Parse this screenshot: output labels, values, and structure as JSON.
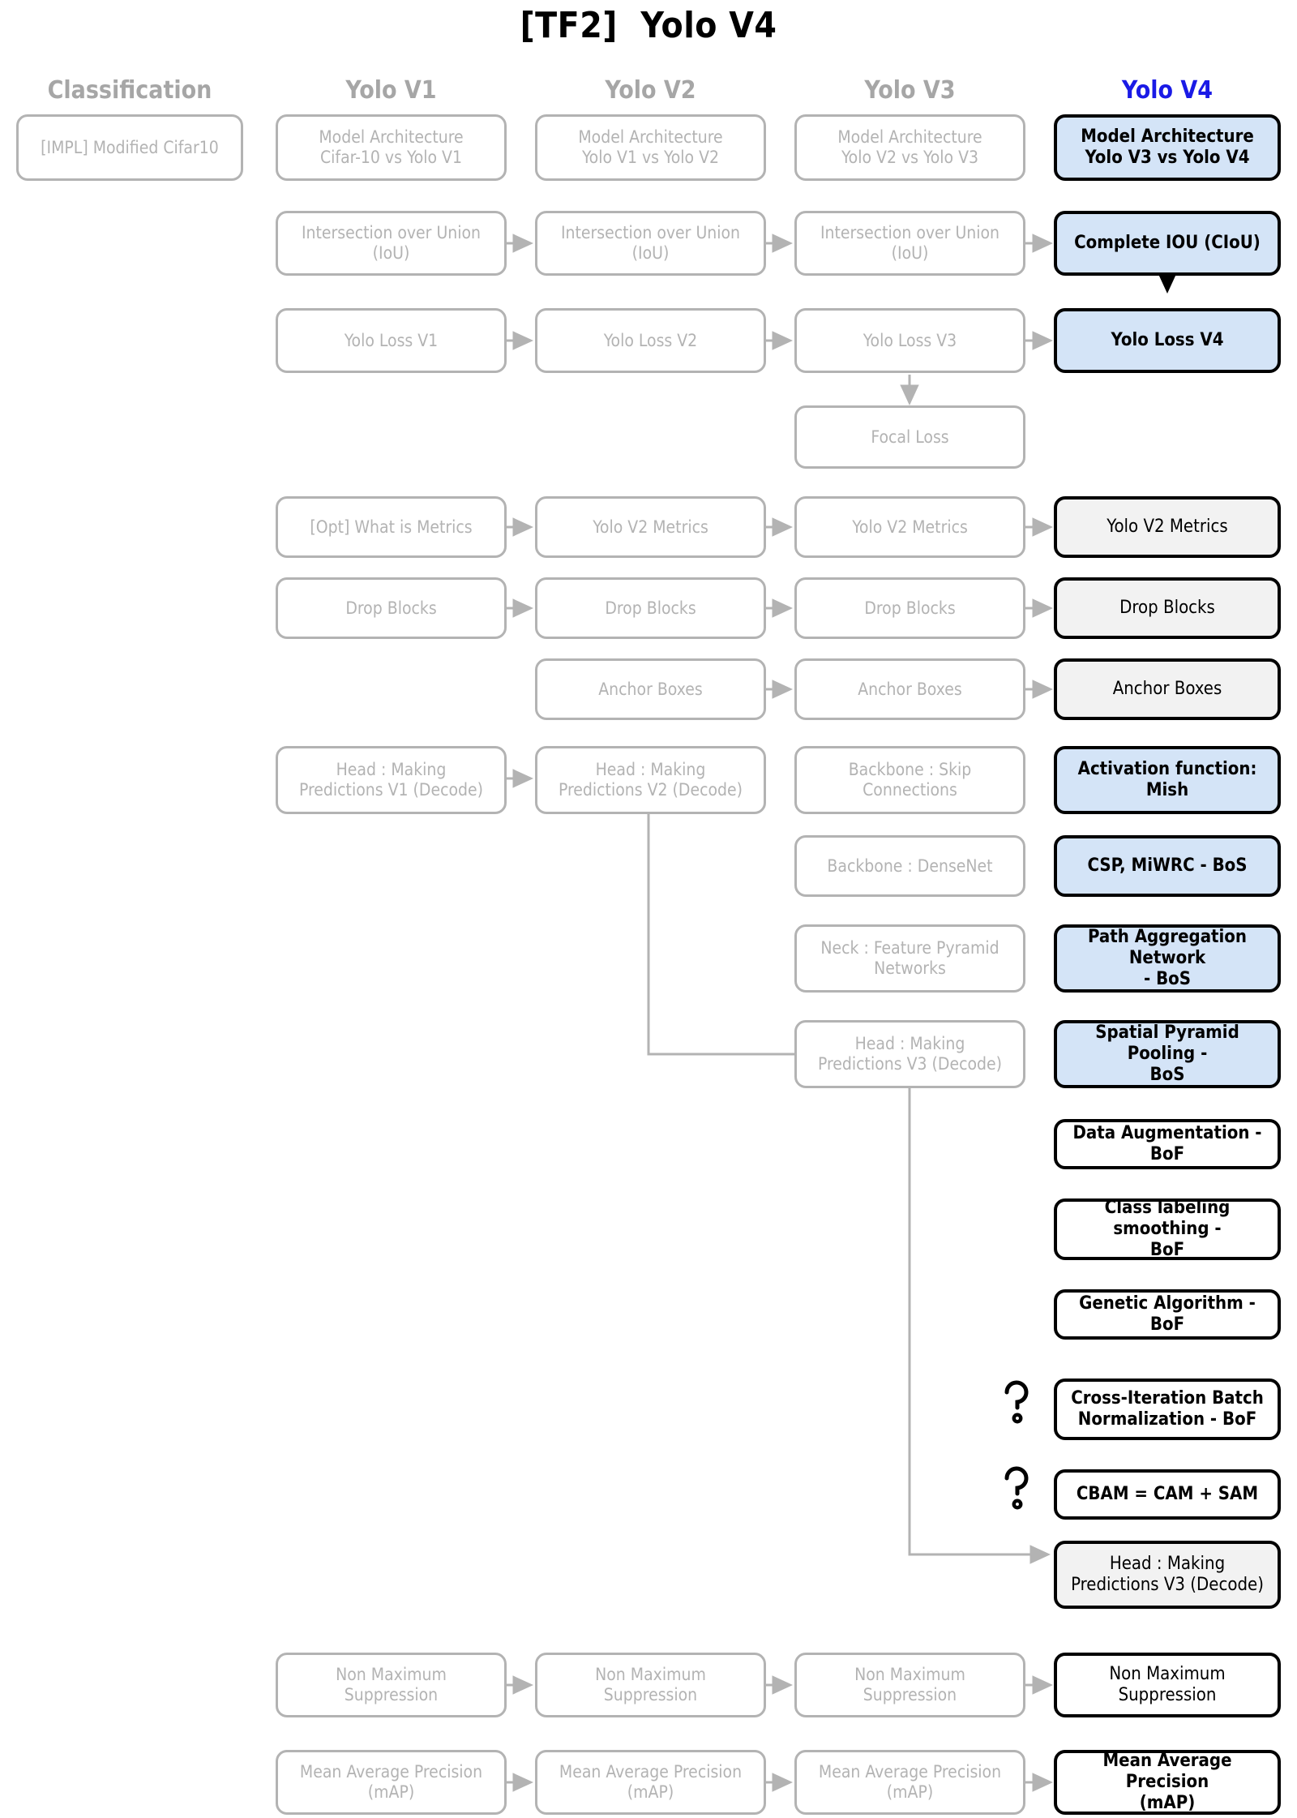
{
  "title": "[TF2]  Yolo V4",
  "colors": {
    "ghost_border": "#b3b3b3",
    "ghost_text": "#b3b3b3",
    "accent_blue_text": "#1a1ae6",
    "node_blue_fill": "#d4e4f7",
    "node_gray_fill": "#f2f2f2",
    "node_border_active": "#000000",
    "arrow_gray": "#b3b3b3",
    "arrow_black": "#000000"
  },
  "columns": [
    {
      "id": "classification",
      "label": "Classification",
      "active": false
    },
    {
      "id": "yolov1",
      "label": "Yolo V1",
      "active": false
    },
    {
      "id": "yolov2",
      "label": "Yolo V2",
      "active": false
    },
    {
      "id": "yolov3",
      "label": "Yolo V3",
      "active": false
    },
    {
      "id": "yolov4",
      "label": "Yolo V4",
      "active": true
    }
  ],
  "nodes": {
    "c1_r1": "[IMPL] Modified Cifar10",
    "v1_arch": "Model Architecture\nCifar-10 vs Yolo V1",
    "v2_arch": "Model Architecture\nYolo V1 vs Yolo V2",
    "v3_arch": "Model Architecture\nYolo V2 vs Yolo V3",
    "v4_arch": "Model Architecture\nYolo V3 vs Yolo V4",
    "v1_iou": "Intersection over Union\n(IoU)",
    "v2_iou": "Intersection over Union\n(IoU)",
    "v3_iou": "Intersection over Union\n(IoU)",
    "v4_ciou": "Complete IOU (CIoU)",
    "v1_loss": "Yolo Loss V1",
    "v2_loss": "Yolo Loss V2",
    "v3_loss": "Yolo Loss V3",
    "v4_loss": "Yolo Loss V4",
    "v3_focal": "Focal Loss",
    "v1_metrics": "[Opt] What is Metrics",
    "v2_metrics": "Yolo V2 Metrics",
    "v3_metrics": "Yolo V2 Metrics",
    "v4_metrics": "Yolo V2 Metrics",
    "v1_drop": "Drop Blocks",
    "v2_drop": "Drop Blocks",
    "v3_drop": "Drop Blocks",
    "v4_drop": "Drop Blocks",
    "v2_anchor": "Anchor Boxes",
    "v3_anchor": "Anchor Boxes",
    "v4_anchor": "Anchor Boxes",
    "v1_head": "Head : Making\nPredictions V1 (Decode)",
    "v2_head": "Head : Making\nPredictions V2 (Decode)",
    "v3_skip": "Backbone : Skip\nConnections",
    "v4_mish": "Activation function: Mish",
    "v3_densenet": "Backbone : DenseNet",
    "v4_csp": "CSP, MiWRC - BoS",
    "v3_fpn": "Neck : Feature Pyramid\nNetworks",
    "v4_pan": "Path Aggregation Network\n- BoS",
    "v3_head": "Head :  Making\nPredictions V3 (Decode)",
    "v4_spp": "Spatial Pyramid Pooling -\nBoS",
    "v4_dataaug": "Data Augmentation - BoF",
    "v4_labelsmooth": "Class labeling smoothing -\nBoF",
    "v4_genetic": "Genetic Algorithm -BoF",
    "v4_cbn": "Cross-Iteration Batch\nNormalization - BoF",
    "v4_cbam": "CBAM = CAM + SAM",
    "v4_head": "Head :  Making\nPredictions V3 (Decode)",
    "v1_nms": "Non Maximum\nSuppression",
    "v2_nms": "Non Maximum\nSuppression",
    "v3_nms": "Non Maximum\nSuppression",
    "v4_nms": "Non Maximum\nSuppression",
    "v1_map": "Mean Average Precision\n(mAP)",
    "v2_map": "Mean Average Precision\n(mAP)",
    "v3_map": "Mean Average Precision\n(mAP)",
    "v4_map": "Mean Average Precision\n(mAP)"
  },
  "icons": {
    "question_1": "question-mark-icon",
    "question_2": "question-mark-icon"
  }
}
